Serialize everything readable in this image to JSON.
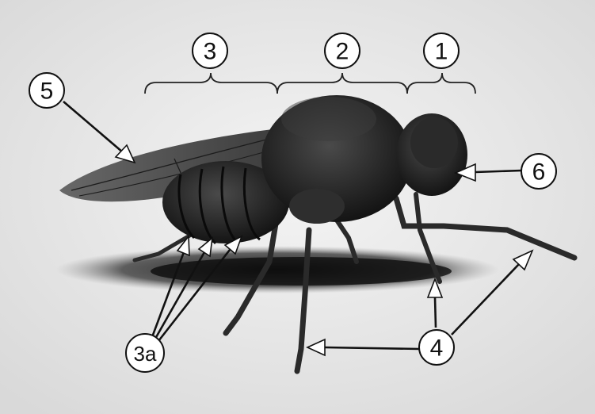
{
  "figure": {
    "labels": {
      "l1": "1",
      "l2": "2",
      "l3": "3",
      "l3a": "3a",
      "l4": "4",
      "l5": "5",
      "l6": "6"
    }
  }
}
